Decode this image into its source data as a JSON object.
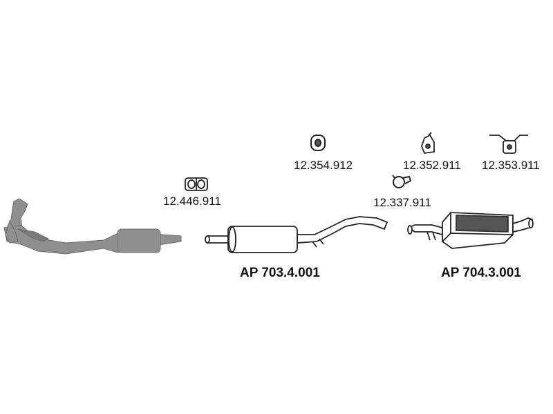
{
  "parts": {
    "part_354_912": "12.354.912",
    "part_352_911": "12.352.911",
    "part_353_911": "12.353.911",
    "part_446_911": "12.446.911",
    "part_337_911": "12.337.911"
  },
  "assemblies": {
    "middle": "AP 703.4.001",
    "rear": "AP 704.3.001"
  },
  "colors": {
    "part_fill": "#8f8f8f",
    "part_dark": "#555555",
    "outline": "#222222",
    "text": "#111111"
  }
}
